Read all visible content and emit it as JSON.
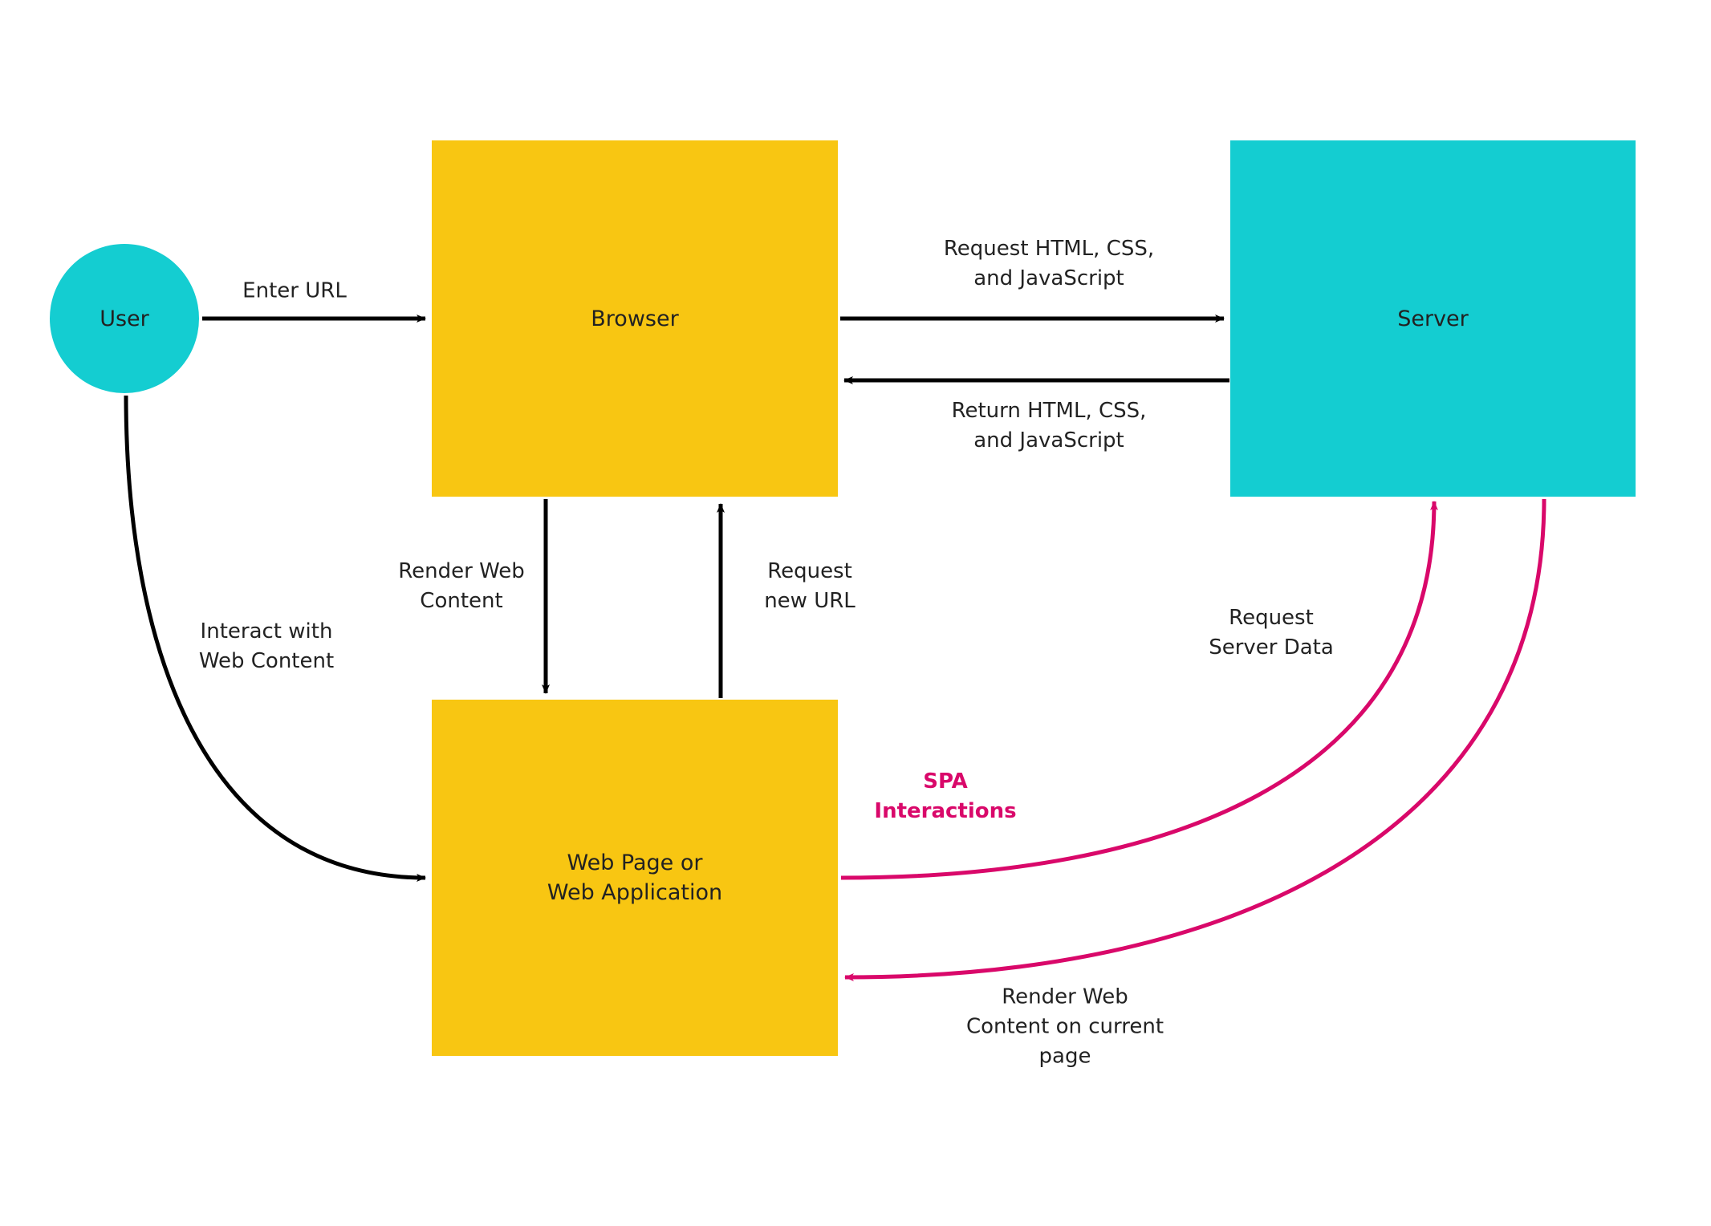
{
  "colors": {
    "user_fill": "#14CDD1",
    "browser_fill": "#F8C612",
    "server_fill": "#14CDD1",
    "webpage_fill": "#F8C612",
    "arrow_default": "#000000",
    "arrow_spa": "#D9086A",
    "spa_text": "#D9086A"
  },
  "nodes": {
    "user": "User",
    "browser": "Browser",
    "server": "Server",
    "webpage": "Web Page or\nWeb Application"
  },
  "labels": {
    "enter_url": "Enter URL",
    "request_assets": "Request HTML, CSS,\nand JavaScript",
    "return_assets": "Return HTML, CSS,\nand JavaScript",
    "render_web_content": "Render Web\nContent",
    "request_new_url": "Request\nnew URL",
    "interact": "Interact with\nWeb Content",
    "request_server_data": "Request\nServer Data",
    "spa_interactions": "SPA\nInteractions",
    "render_current_page": "Render Web\nContent on current\npage"
  }
}
